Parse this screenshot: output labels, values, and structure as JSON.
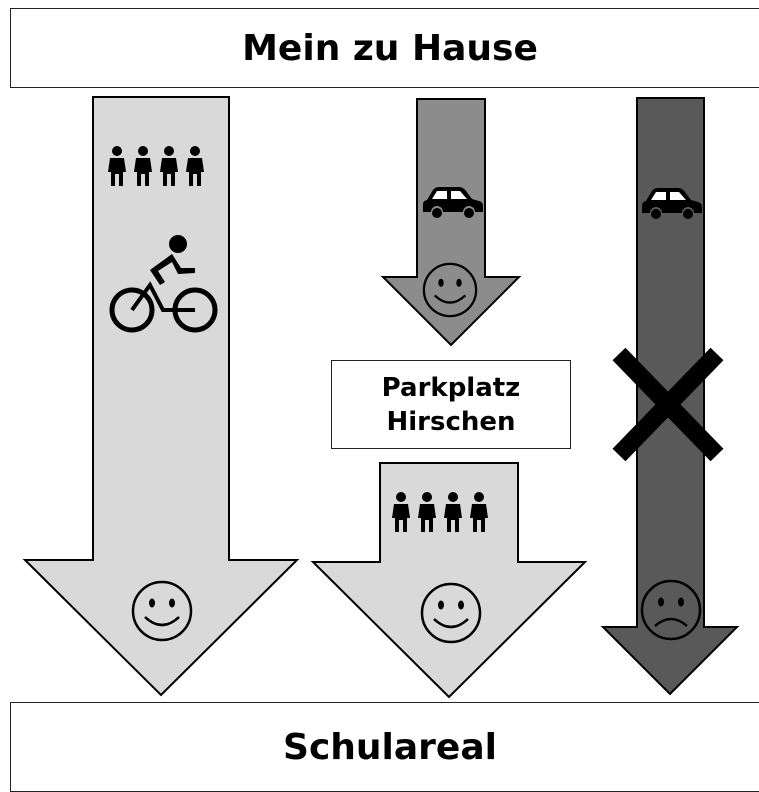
{
  "header": {
    "title": "Mein zu Hause"
  },
  "footer": {
    "title": "Schulareal"
  },
  "parking": {
    "line1": "Parkplatz",
    "line2": "Hirschen"
  },
  "colors": {
    "light_arrow": "#d9d9d9",
    "mid_arrow": "#8c8c8c",
    "dark_arrow": "#595959",
    "outline": "#000000"
  },
  "routes": [
    {
      "id": "walk-bike",
      "icons": [
        "people-group-icon",
        "cyclist-icon",
        "smiley-happy-icon"
      ]
    },
    {
      "id": "car-then-walk",
      "icons": [
        "car-icon",
        "smiley-happy-icon",
        "people-group-icon",
        "smiley-happy-icon"
      ]
    },
    {
      "id": "car-direct",
      "icons": [
        "car-icon",
        "cross-icon",
        "smiley-sad-icon"
      ]
    }
  ]
}
